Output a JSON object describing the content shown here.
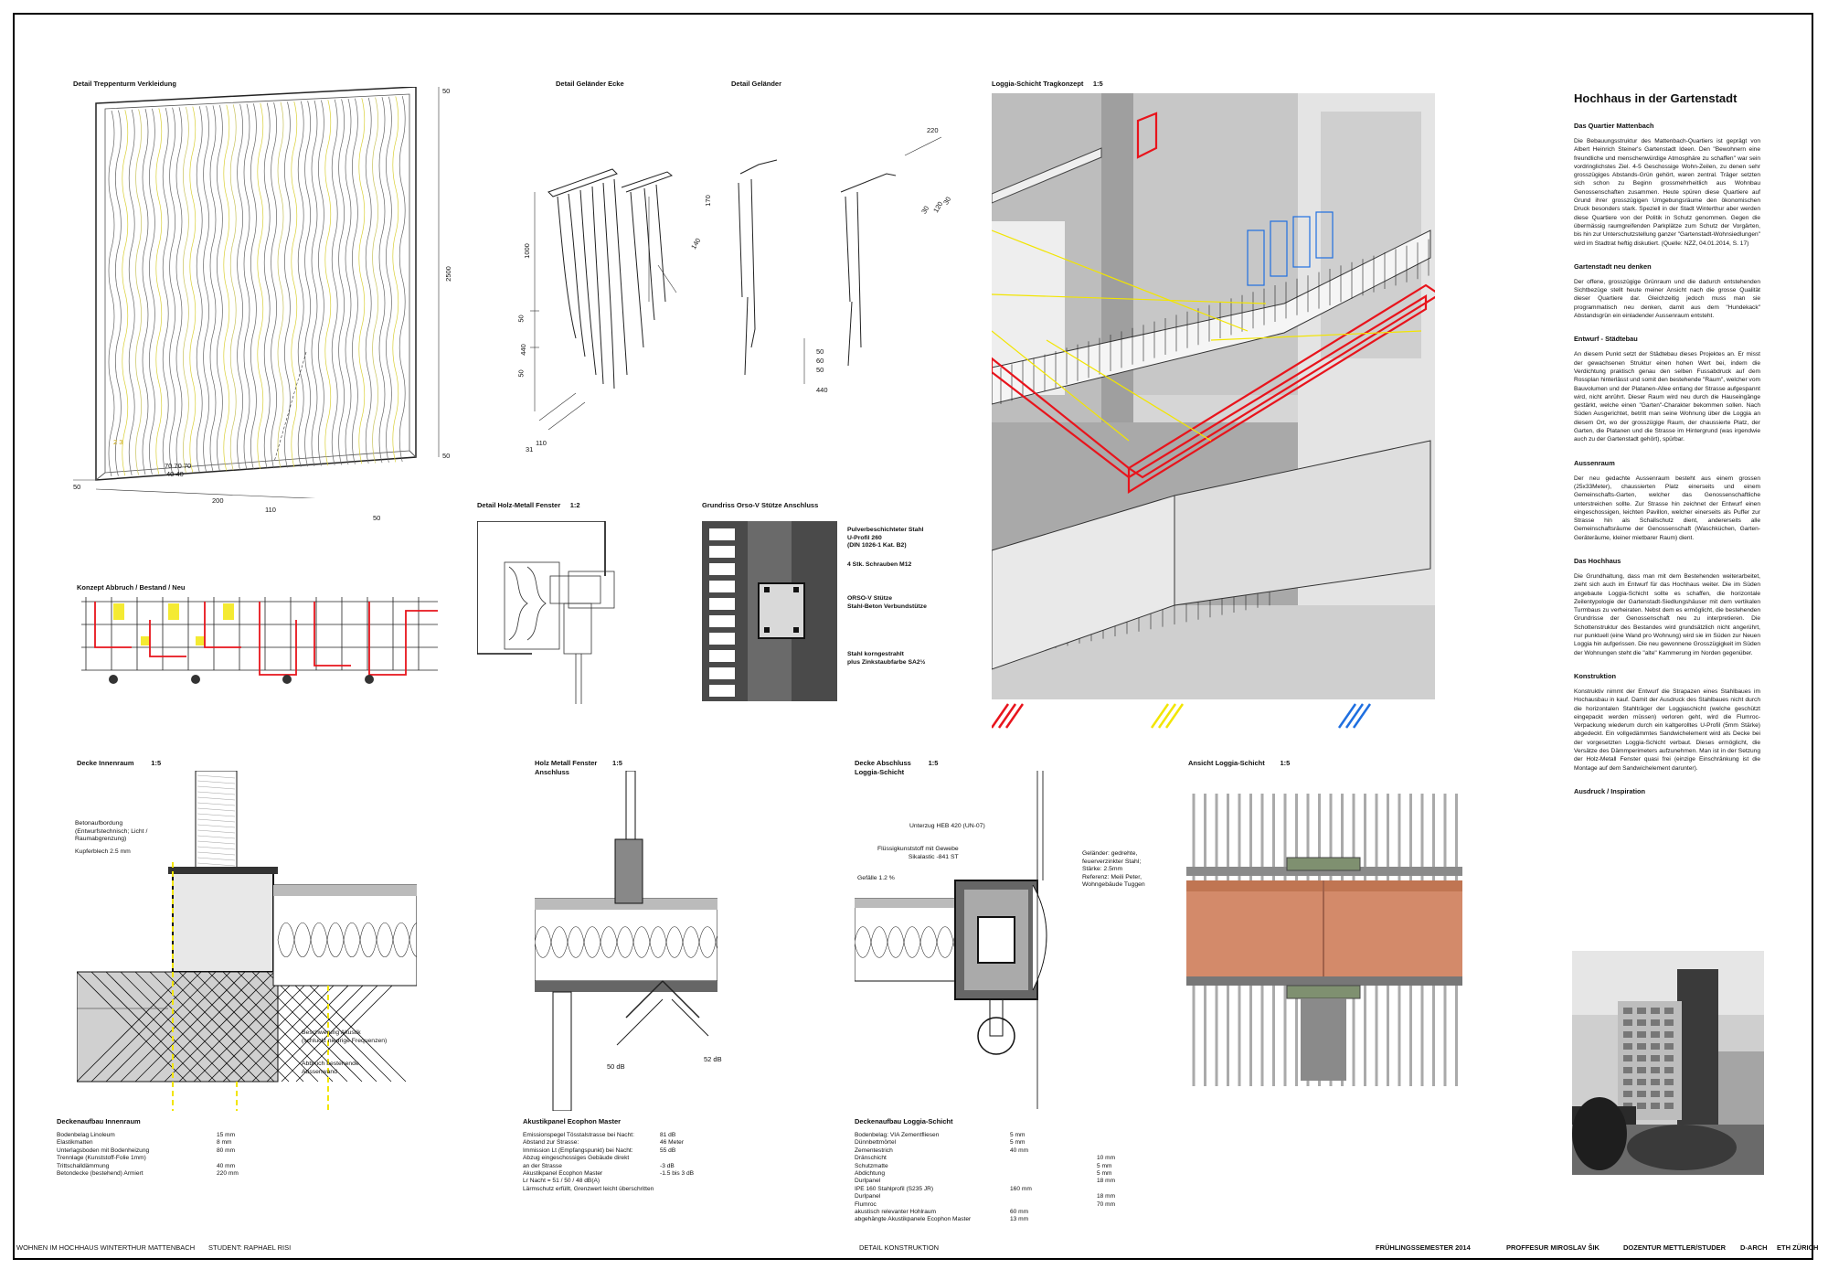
{
  "labels": {
    "treppenturm": "Detail Treppenturm Verkleidung",
    "gelaender_ecke": "Detail Geländer Ecke",
    "gelaender": "Detail Geländer",
    "loggia_trag": "Loggia-Schicht Tragkonzept",
    "loggia_trag_scale": "1:5",
    "abbruch": "Konzept Abbruch / Bestand / Neu",
    "holz_metall": "Detail Holz-Metall Fenster",
    "holz_metall_scale": "1:2",
    "grundriss": "Grundriss Orso-V Stütze Anschluss",
    "decke_innen": "Decke Innenraum",
    "decke_innen_scale": "1:5",
    "hm_anschluss_1": "Holz Metall Fenster",
    "hm_anschluss_2": "Anschluss",
    "hm_anschluss_scale": "1:5",
    "decke_abschluss_1": "Decke Abschluss",
    "decke_abschluss_2": "Loggia-Schicht",
    "decke_abschluss_scale": "1:5",
    "ansicht_loggia": "Ansicht Loggia-Schicht",
    "ansicht_loggia_scale": "1:5"
  },
  "dims": {
    "d50a": "50",
    "d2500": "2500",
    "d50b": "50",
    "d200": "200",
    "d50c": "50",
    "d50d": "50",
    "d70": "70 70 70",
    "d4040": "40 40",
    "d110": "110",
    "d23": "2 3",
    "d220": "220",
    "d170": "170",
    "d140": "140",
    "d1000": "1000",
    "d440a": "440",
    "d50e": "50",
    "d50f": "50",
    "d440b": "440",
    "d30": "30",
    "d120": "120",
    "d30b": "30",
    "d110b": "110",
    "d31": "31",
    "d50g": "50",
    "d60": "60",
    "d50h": "50"
  },
  "grundriss_notes": [
    "Pulverbeschichteter Stahl\nU-Profil 260\n(DIN 1026-1 Kat. B2)",
    "4 Stk. Schrauben M12",
    "ORSO-V Stütze\nStahl-Beton Verbundstütze",
    "Stahl korngestrahlt\nplus Zinkstaubfarbe SA2½"
  ],
  "innen_notes": {
    "beton": "Betonaufbordung\n(Entwurfstechnisch; Licht /\nRaumabgrenzung)",
    "kupfer": "Kupferblech 2.5 mm",
    "akustik": "Beschwerung Akustik\n(schluckt niedrige Frequenzen)",
    "abbruch": "Abbruch bestehende\nAussenwand"
  },
  "anschluss_notes": {
    "db50": "50 dB",
    "db52": "52 dB"
  },
  "abschluss_notes": {
    "unterzug": "Unterzug HEB 420 (UN-07)",
    "fluessig": "Flüssigkunststoff mit Gewebe\nSikalastic -841 ST",
    "gefaelle": "Gefälle 1.2 %",
    "gelaender": "Geländer: gedrehte,\nfeuerverzinkter Stahl;\nStärke: 2.5mm\nReferenz: Meili Peter,\nWohngebäude Tuggen"
  },
  "table_innen": {
    "title": "Deckenaufbau Innenraum",
    "rows": [
      {
        "k": "Bodenbelag Linoleum",
        "v": "15 mm"
      },
      {
        "k": "Elastikmatten",
        "v": "8 mm"
      },
      {
        "k": "Unterlagsboden mit Bodenheizung",
        "v": "80 mm"
      },
      {
        "k": "Trennlage (Kunststoff-Folie 1mm)",
        "v": ""
      },
      {
        "k": "Trittschalldämmung",
        "v": "40 mm"
      },
      {
        "k": "Betondecke (bestehend) Armiert",
        "v": "220 mm"
      }
    ]
  },
  "table_akustik": {
    "title": "Akustikpanel Ecophon Master",
    "rows": [
      {
        "k": "Emissionspegel Tösstalstrasse bei Nacht:",
        "v": "81 dB"
      },
      {
        "k": "Abstand zur Strasse:",
        "v": "46 Meter"
      },
      {
        "k": " ",
        "v": " "
      },
      {
        "k": "Immission Lt (Empfangspunkt) bei Nacht:",
        "v": "55 dB"
      },
      {
        "k": "Abzug eingeschossiges Gebäude direkt",
        "v": ""
      },
      {
        "k": "an der Strasse",
        "v": "-3 dB"
      },
      {
        "k": "Akustikpanel Ecophon Master",
        "v": "-1.5 bis 3 dB"
      },
      {
        "k": " ",
        "v": " "
      },
      {
        "k": "Lr Nacht = 51 / 50 / 48 dB(A)",
        "v": ""
      },
      {
        "k": "Lärmschutz erfüllt, Grenzwert leicht überschritten",
        "v": ""
      }
    ]
  },
  "table_loggia": {
    "title": "Deckenaufbau Loggia-Schicht",
    "rows": [
      {
        "k": "Bodenbelag: VIA Zementfliesen",
        "v": "5 mm",
        "w": ""
      },
      {
        "k": "Dünnbettmörtel",
        "v": "5 mm",
        "w": ""
      },
      {
        "k": "Zementestrich",
        "v": "40 mm",
        "w": ""
      },
      {
        "k": "Dränschicht",
        "v": "",
        "w": "10 mm"
      },
      {
        "k": "Schutzmatte",
        "v": "",
        "w": "5 mm"
      },
      {
        "k": "Abdichtung",
        "v": "",
        "w": "5 mm"
      },
      {
        "k": "Durlpanel",
        "v": "",
        "w": "18 mm"
      },
      {
        "k": "IPE 160 Stahlprofil  (S235 JR)",
        "v": "160 mm",
        "w": ""
      },
      {
        "k": "Durlpanel",
        "v": "",
        "w": "18 mm"
      },
      {
        "k": "Flumroc",
        "v": "",
        "w": "70 mm"
      },
      {
        "k": "akustisch relevanter Hohlraum",
        "v": "60 mm",
        "w": ""
      },
      {
        "k": "abgehängte Akustikpanele Ecophon Master",
        "v": "13 mm",
        "w": ""
      }
    ]
  },
  "text": {
    "title": "Hochhaus in der Gartenstadt",
    "sections": [
      {
        "h": "Das Quartier Mattenbach",
        "p": "Die Bebauungsstruktur des Mattenbach-Quartiers ist geprägt von Albert Heinrich Steiner's Gartenstadt Ideen. Den \"Bewohnern eine freundliche und menschenwürdige Atmosphäre zu schaffen\" war sein vordringlichstes Ziel. 4-5 Geschossige Wohn-Zeilen, zu denen sehr grosszügiges Abstands-Grün gehört, waren zentral. Träger setzten sich schon zu Beginn grossmehrheitlich aus Wohnbau Genossenschaften zusammen. Heute spüren diese Quartiere auf Grund ihrer grosszügigen Umgebungsräume den ökonomischen Druck besonders stark. Speziell in der Stadt Winterthur aber werden diese Quartiere von der Politik in Schutz genommen. Gegen die übermässig raumgreifenden Parkplätze zum Schutz der Vorgärten, bis hin zur Unterschutzstellung ganzer \"Gartenstadt-Wohnsiedlungen\" wird im Stadtrat heftig diskutiert. (Quelle: NZZ, 04.01.2014, S. 17)"
      },
      {
        "h": "Gartenstadt neu denken",
        "p": "Der offene, grosszügige Grünraum und die dadurch entstehenden Sichtbezüge stellt heute meiner Ansicht nach die grosse Qualität dieser Quartiere dar. Gleichzeitig jedoch muss man sie programmatisch neu denken, damit aus dem \"Hundekack\" Abstandsgrün ein einladender Aussenraum entsteht."
      },
      {
        "h": "Entwurf - Städtebau",
        "p": "An diesem Punkt setzt der Städtebau dieses Projektes an. Er misst der gewachsenen Struktur einen hohen Wert bei, indem die Verdichtung praktisch genau den selben Fussabdruck auf dem Rossplan hinterlässt und somit den bestehende \"Raum\", welcher vom Bauvolumen und der Platanen-Allee entlang der Strasse aufgespannt wird, nicht anrührt. Dieser Raum wird neu durch die Hauseingänge gestärkt, welche einen \"Garten\"-Charakter bekommen sollen. Nach Süden Ausgerichtet, betritt man seine Wohnung über die Loggia an diesem Ort, wo der grosszügige Raum, der chaussierte Platz, der Garten, die Platanen und die Strasse im Hintergrund (was irgendwie auch zu der Gartenstadt gehört), spürbar."
      },
      {
        "h": "Aussenraum",
        "p": "Der neu gedachte Aussenraum besteht aus einem grossen (25x33Meter), chaussierten Platz einerseits und einem Gemeinschafts-Garten, welcher das Genossenschaftliche unterstreichen sollte. Zur Strasse hin zeichnet der Entwurf einen eingeschossigen, leichten Pavillon, welcher einerseits als Puffer zur Strasse hin als Schallschutz dient, andererseits alle Gemeinschaftsräume der Genossenschaft (Waschküchen, Garten-Geräteräume, kleiner mietbarer Raum) dient."
      },
      {
        "h": "Das Hochhaus",
        "p": "Die Grundhaltung, dass man mit dem Bestehenden weiterarbeitet, zieht sich auch im Entwurf für das Hochhaus weiter. Die im Süden angebaute Loggia-Schicht sollte es schaffen, die horizontale Zeilentypologie der Gartenstadt-Siedlungshäuser mit dem vertikalen Turmbaus zu verheiraten. Nebst dem es ermöglicht, die bestehenden Grundrisse der Genossenschaft neu zu interpretieren. Die Schottenstruktur des Bestandes wird grundsätzlich nicht angerührt, nur punktuell (eine Wand pro Wohnung) wird sie im Süden zur Neuen Loggia hin aufgerissen. Die neu gewonnene Grosszügigkeit im Süden der Wohnungen steht die \"alte\" Kammerung im Norden gegenüber."
      },
      {
        "h": "Konstruktion",
        "p": "Konstruktiv nimmt der Entwurf die Strapazen eines Stahlbaues im Hochausbau in kauf. Damit der Ausdruck des Stahlbaues nicht durch die horizontalen Stahlträger der Loggiaschicht (welche geschützt eingepackt werden müssen) verloren geht, wird die Flumroc-Verpackung wiederum durch ein kaltgerolltes U-Profil (5mm Stärke) abgedeckt. Ein vollgedämmtes Sandwichelement wird als Decke bei der vorgesetzten Loggia-Schicht verbaut. Dieses ermöglicht, die Versätze des Dämmperimeters aufzunehmen. Man ist in der Setzung der Holz-Metall Fenster quasi frei (einzige Einschränkung ist die Montage auf dem Sandwichelement darunter)."
      },
      {
        "h": "Ausdruck / Inspiration",
        "p": ""
      }
    ]
  },
  "footer": {
    "project": "WOHNEN IM HOCHHAUS  WINTERTHUR MATTENBACH",
    "student": "STUDENT: RAPHAEL RISI",
    "center": "DETAIL KONSTRUKTION",
    "semester": "FRÜHLINGSSEMESTER  2014",
    "prof": "PROFFESUR MIROSLAV ŠIK",
    "doz": "DOZENTUR METTLER/STUDER",
    "darch": "D-ARCH",
    "eth": "ETH ZÜRICH"
  },
  "colors": {
    "red": "#e8141c",
    "yellow": "#f2e500",
    "blue": "#1f6fe0",
    "copper": "#d38a6a",
    "gray": "#8a8a8a"
  }
}
